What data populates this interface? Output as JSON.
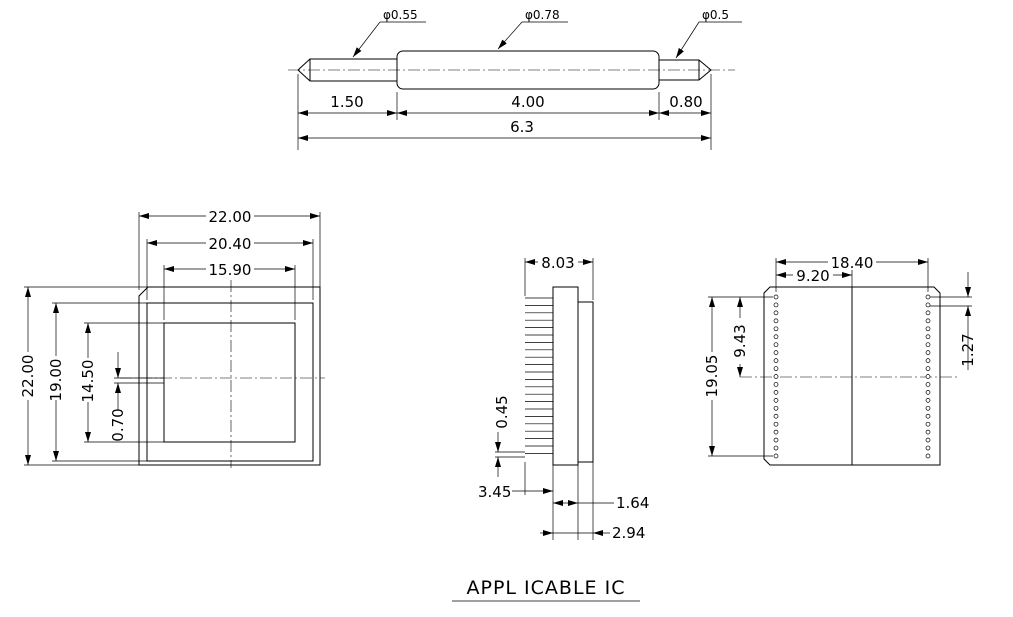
{
  "pin": {
    "dia_tip_left": "φ0.55",
    "dia_body": "φ0.78",
    "dia_tip_right": "φ0.5",
    "len_left": "1.50",
    "len_body": "4.00",
    "len_right": "0.80",
    "len_total": "6.3"
  },
  "top_view": {
    "w_outer": "22.00",
    "w_mid": "20.40",
    "w_inner": "15.90",
    "h_outer": "22.00",
    "h_mid": "19.00",
    "h_inner": "14.50",
    "offset": "0.70"
  },
  "side_view": {
    "width": "8.03",
    "pin_dia": "0.45",
    "pin_len": "3.45",
    "plate": "1.64",
    "total": "2.94"
  },
  "pin_view": {
    "span": "18.40",
    "half_span": "9.20",
    "height": "19.05",
    "half_height": "9.43",
    "pitch": "1.27"
  },
  "title": "APPL ICABLE IC"
}
